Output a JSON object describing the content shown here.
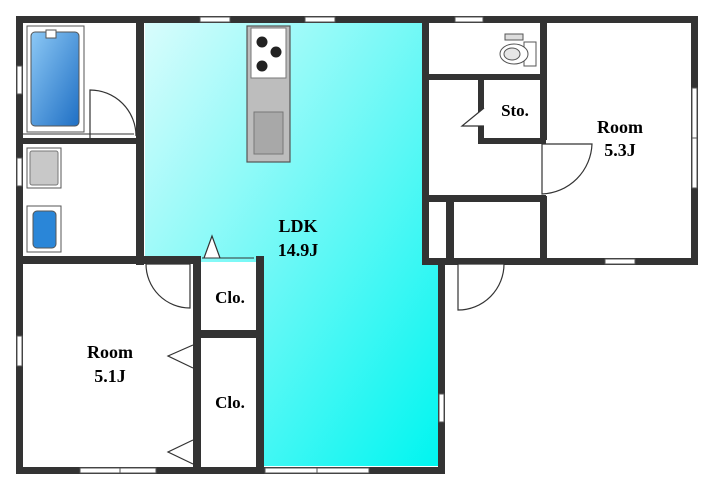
{
  "rooms": {
    "ldk": {
      "name": "LDK",
      "size": "14.9J"
    },
    "room_left": {
      "name": "Room",
      "size": "5.1J"
    },
    "room_right": {
      "name": "Room",
      "size": "5.3J"
    },
    "closet_upper": {
      "name": "Clo."
    },
    "closet_lower": {
      "name": "Clo."
    },
    "storage": {
      "name": "Sto."
    }
  },
  "colors": {
    "wall": "#333333",
    "ldk_gradient_start": "#d9fcfc",
    "ldk_gradient_end": "#00f5f0",
    "bath_blue": "#2a86d8",
    "fixture_gray": "#c8c8c8"
  }
}
